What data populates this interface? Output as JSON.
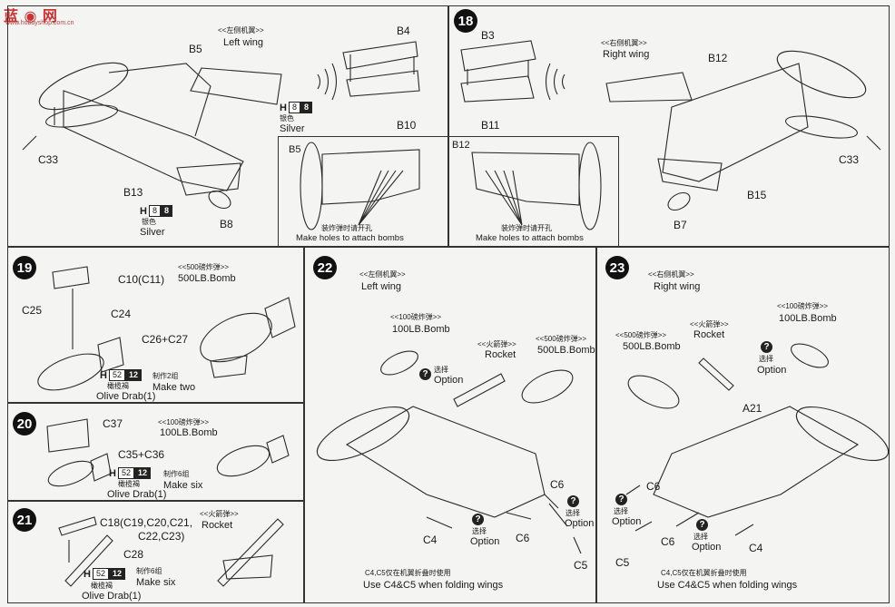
{
  "watermark": {
    "logo": "蓝 ◉ 网",
    "url": "www.hobbyshop.com.cn"
  },
  "paint_h": "H",
  "steps": {
    "s17": {
      "title_cn": "<<左侧机翼>>",
      "title_en": "Left wing",
      "parts": [
        "B5",
        "B4",
        "B10",
        "C33",
        "B13",
        "B8"
      ],
      "paint1": {
        "code": "8",
        "code2": "8",
        "cn": "银色",
        "en": "Silver"
      },
      "paint2": {
        "code": "8",
        "code2": "8",
        "cn": "银色",
        "en": "Silver"
      },
      "inset_part": "B5",
      "inset_cn": "装炸弹时请开孔",
      "inset_en": "Make holes to attach bombs"
    },
    "s18": {
      "num": "18",
      "title_cn": "<<右侧机翼>>",
      "title_en": "Right wing",
      "parts": [
        "B3",
        "B11",
        "B12",
        "C33",
        "B15",
        "B7"
      ],
      "inset_part": "B12",
      "inset_cn": "装炸弹时请开孔",
      "inset_en": "Make holes to attach bombs"
    },
    "s19": {
      "num": "19",
      "parts": [
        "C10(C11)",
        "C25",
        "C24",
        "C26+C27"
      ],
      "title_cn": "<<500磅炸弹>>",
      "title_en": "500LB.Bomb",
      "paint": {
        "code": "52",
        "code2": "12",
        "cn": "橄榄褐",
        "en": "Olive Drab(1)"
      },
      "qty_cn": "制作2组",
      "qty_en": "Make two"
    },
    "s20": {
      "num": "20",
      "parts": [
        "C37",
        "C35+C36"
      ],
      "title_cn": "<<100磅炸弹>>",
      "title_en": "100LB.Bomb",
      "paint": {
        "code": "52",
        "code2": "12",
        "cn": "橄榄褐",
        "en": "Olive Drab(1)"
      },
      "qty_cn": "制作6组",
      "qty_en": "Make six"
    },
    "s21": {
      "num": "21",
      "parts": [
        "C18(C19,C20,C21,",
        "C22,C23)",
        "C28"
      ],
      "title_cn": "<<火箭弹>>",
      "title_en": "Rocket",
      "paint": {
        "code": "52",
        "code2": "12",
        "cn": "橄榄褐",
        "en": "Olive Drab(1)"
      },
      "qty_cn": "制作6组",
      "qty_en": "Make six"
    },
    "s22": {
      "num": "22",
      "title_cn": "<<左侧机翼>>",
      "title_en": "Left wing",
      "bomb100_cn": "<<100磅炸弹>>",
      "bomb100_en": "100LB.Bomb",
      "rocket_cn": "<<火箭弹>>",
      "rocket_en": "Rocket",
      "bomb500_cn": "<<500磅炸弹>>",
      "bomb500_en": "500LB.Bomb",
      "option_cn": "选择",
      "option_en": "Option",
      "parts": [
        "C6",
        "C6",
        "C4",
        "C5"
      ],
      "note_cn": "C4,C5仅在机翼折叠时使用",
      "note_en": "Use C4&C5 when folding wings"
    },
    "s23": {
      "num": "23",
      "title_cn": "<<右侧机翼>>",
      "title_en": "Right wing",
      "bomb100_cn": "<<100磅炸弹>>",
      "bomb100_en": "100LB.Bomb",
      "rocket_cn": "<<火箭弹>>",
      "rocket_en": "Rocket",
      "bomb500_cn": "<<500磅炸弹>>",
      "bomb500_en": "500LB.Bomb",
      "option_cn": "选择",
      "option_en": "Option",
      "parts": [
        "A21",
        "C6",
        "C6",
        "C5",
        "C4"
      ],
      "note_cn": "C4,C5仅在机翼折叠时使用",
      "note_en": "Use C4&C5 when folding wings"
    }
  }
}
